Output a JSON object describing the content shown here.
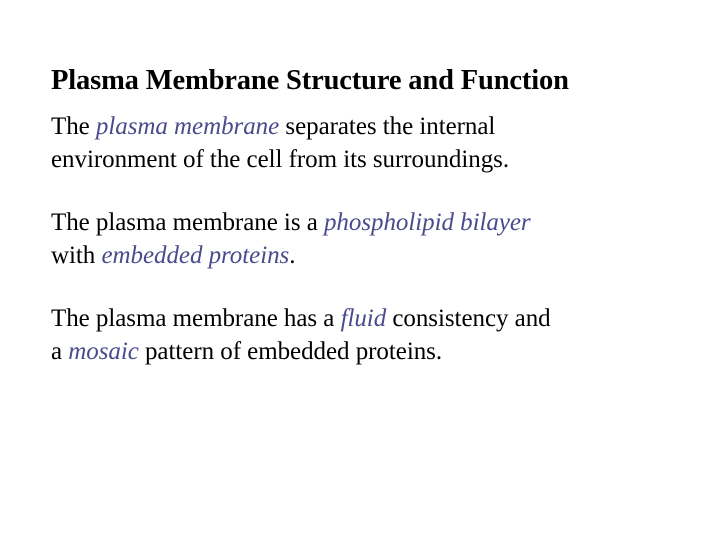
{
  "slide": {
    "title": "Plasma Membrane Structure and Function",
    "background_color": "#ffffff",
    "text_color": "#000000",
    "emphasis_color": "#4a4a8c",
    "paragraphs": [
      {
        "id": "paragraph-1",
        "line1": {
          "lead": "The ",
          "emphasis": "plasma membrane",
          "tail": " separates the internal"
        },
        "line2": {
          "lead": "environment of the cell from its surroundings.",
          "emphasis": "",
          "tail": ""
        }
      },
      {
        "id": "paragraph-2",
        "line1": {
          "lead": "The plasma membrane is a ",
          "emphasis": "phospholipid bilayer",
          "tail": ""
        },
        "line2": {
          "lead": "with ",
          "emphasis": "embedded proteins",
          "tail": "."
        }
      },
      {
        "id": "paragraph-3",
        "line1": {
          "lead": "The plasma membrane has a ",
          "emphasis": "fluid",
          "tail": " consistency and"
        },
        "line2": {
          "lead": "a ",
          "emphasis": "mosaic",
          "tail": " pattern of embedded proteins."
        }
      }
    ]
  }
}
